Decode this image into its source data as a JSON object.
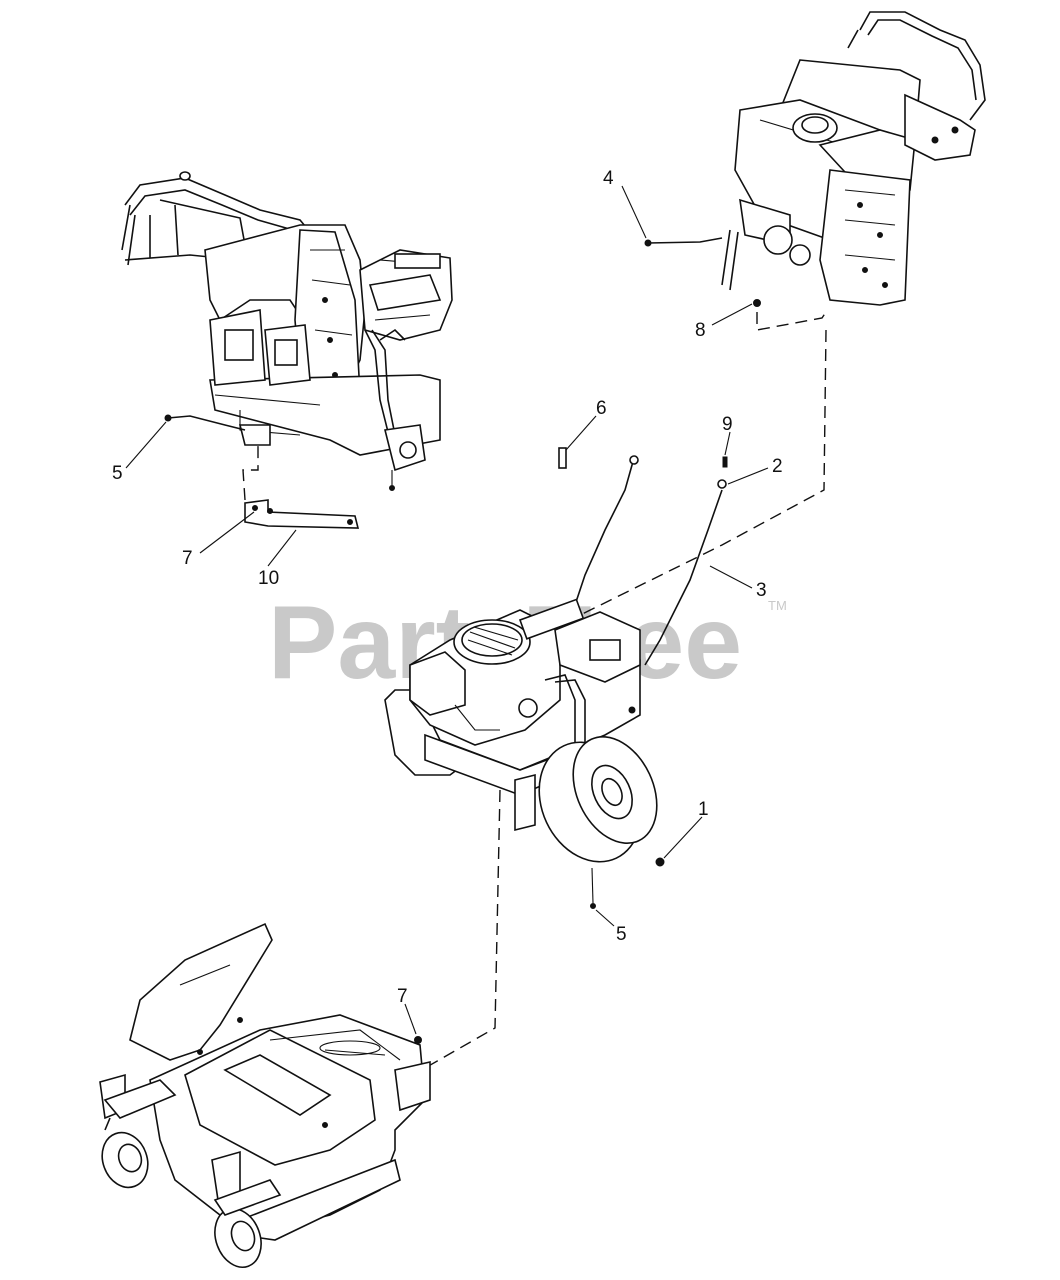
{
  "watermark": {
    "text": "PartsTree",
    "trademark": "TM"
  },
  "callouts": [
    {
      "id": "c4",
      "label": "4"
    },
    {
      "id": "c8",
      "label": "8"
    },
    {
      "id": "c6",
      "label": "6"
    },
    {
      "id": "c9",
      "label": "9"
    },
    {
      "id": "c2",
      "label": "2"
    },
    {
      "id": "c3",
      "label": "3"
    },
    {
      "id": "c5a",
      "label": "5"
    },
    {
      "id": "c7a",
      "label": "7"
    },
    {
      "id": "c10",
      "label": "10"
    },
    {
      "id": "c1",
      "label": "1"
    },
    {
      "id": "c5b",
      "label": "5"
    },
    {
      "id": "c7b",
      "label": "7"
    }
  ]
}
